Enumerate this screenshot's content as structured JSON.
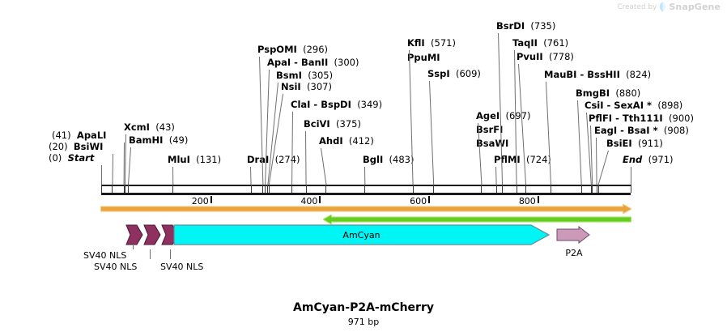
{
  "watermark": {
    "created_by": "Created by",
    "brand": "SnapGene",
    "logo_icon": "snapgene-leaf-icon"
  },
  "title": "AmCyan-P2A-mCherry",
  "subtitle": "971 bp",
  "sequence": {
    "length_bp": 971,
    "start_label": "Start",
    "end_label": "End",
    "start_pos": "(0)",
    "end_pos": "(971)"
  },
  "ruler": {
    "ticks": [
      {
        "label": "200",
        "value": 200
      },
      {
        "label": "400",
        "value": 400
      },
      {
        "label": "600",
        "value": 600
      },
      {
        "label": "800",
        "value": 800
      }
    ]
  },
  "colors": {
    "amcyan_fill": "#00f5f5",
    "amcyan_stroke": "#5a8f96",
    "p2a_fill": "#cc99bb",
    "p2a_stroke": "#6d4d60",
    "nls_fill": "#8e3060",
    "nls_stroke": "#4a1830",
    "orf_orange": "#e8a33d",
    "orf_orange_light": "#f6cd8a",
    "orf_green": "#66cc22",
    "orf_green_light": "#a9e86b",
    "sequence_line": "#1a1a1a",
    "leader_line": "#6f6f6f",
    "text": "#000000",
    "watermark": "#d2d2d2"
  },
  "enzymes": [
    {
      "name": "Start",
      "pos": "(0)",
      "value": 0,
      "pos_side": "left",
      "italic": true
    },
    {
      "name": "BsiWI",
      "pos": "(20)",
      "value": 20,
      "pos_side": "left",
      "italic": false
    },
    {
      "name": "ApaLI",
      "pos": "(41)",
      "value": 41,
      "pos_side": "left",
      "italic": false
    },
    {
      "name": "XcmI",
      "pos": "(43)",
      "value": 43,
      "pos_side": "right",
      "italic": false
    },
    {
      "name": "BamHI",
      "pos": "(49)",
      "value": 49,
      "pos_side": "right",
      "italic": false
    },
    {
      "name": "MluI",
      "pos": "(131)",
      "value": 131,
      "pos_side": "right",
      "italic": false
    },
    {
      "name": "DraI",
      "pos": "(274)",
      "value": 274,
      "pos_side": "right",
      "italic": false
    },
    {
      "name": "PspOMI",
      "pos": "(296)",
      "value": 296,
      "pos_side": "right",
      "italic": false
    },
    {
      "name": "ApaI",
      "pos": "(300)",
      "value": 300,
      "pos_side": "right",
      "italic": false,
      "partner": "BanII"
    },
    {
      "name": "BsmI",
      "pos": "(305)",
      "value": 305,
      "pos_side": "right",
      "italic": false
    },
    {
      "name": "NsiI",
      "pos": "(307)",
      "value": 307,
      "pos_side": "right",
      "italic": false
    },
    {
      "name": "ClaI",
      "pos": "(349)",
      "value": 349,
      "pos_side": "right",
      "italic": false,
      "partner": "BspDI"
    },
    {
      "name": "BciVI",
      "pos": "(375)",
      "value": 375,
      "pos_side": "right",
      "italic": false
    },
    {
      "name": "AhdI",
      "pos": "(412)",
      "value": 412,
      "pos_side": "right",
      "italic": false
    },
    {
      "name": "BglI",
      "pos": "(483)",
      "value": 483,
      "pos_side": "right",
      "italic": false
    },
    {
      "name": "KflI",
      "pos": "(571)",
      "value": 571,
      "pos_side": "right",
      "italic": false
    },
    {
      "name": "PpuMI",
      "pos": "",
      "value": 571,
      "pos_side": "right",
      "italic": false
    },
    {
      "name": "SspI",
      "pos": "(609)",
      "value": 609,
      "pos_side": "right",
      "italic": false
    },
    {
      "name": "AgeI",
      "pos": "(697)",
      "value": 697,
      "pos_side": "right",
      "italic": false
    },
    {
      "name": "BsrFI",
      "pos": "",
      "value": 697,
      "pos_side": "right",
      "italic": false
    },
    {
      "name": "BsaWI",
      "pos": "",
      "value": 697,
      "pos_side": "right",
      "italic": false
    },
    {
      "name": "PflMI",
      "pos": "(724)",
      "value": 724,
      "pos_side": "right",
      "italic": false
    },
    {
      "name": "BsrDI",
      "pos": "(735)",
      "value": 735,
      "pos_side": "right",
      "italic": false
    },
    {
      "name": "TaqII",
      "pos": "(761)",
      "value": 761,
      "pos_side": "right",
      "italic": false
    },
    {
      "name": "PvuII",
      "pos": "(778)",
      "value": 778,
      "pos_side": "right",
      "italic": false
    },
    {
      "name": "MauBI",
      "pos": "(824)",
      "value": 824,
      "pos_side": "right",
      "italic": false,
      "partner": "BssHII"
    },
    {
      "name": "BmgBI",
      "pos": "(880)",
      "value": 880,
      "pos_side": "right",
      "italic": false
    },
    {
      "name": "CsiI",
      "pos": "(898)",
      "value": 898,
      "pos_side": "right",
      "italic": false,
      "partner": "SexAI",
      "star": "*"
    },
    {
      "name": "PflFI",
      "pos": "(900)",
      "value": 900,
      "pos_side": "right",
      "italic": false,
      "partner": "Tth111I"
    },
    {
      "name": "EagI",
      "pos": "(908)",
      "value": 908,
      "pos_side": "right",
      "italic": false,
      "partner": "BsaI",
      "star": "*"
    },
    {
      "name": "BsiEI",
      "pos": "(911)",
      "value": 911,
      "pos_side": "right",
      "italic": false
    },
    {
      "name": "End",
      "pos": "(971)",
      "value": 971,
      "pos_side": "right",
      "italic": true
    }
  ],
  "features": [
    {
      "label": "SV40 NLS",
      "kind": "nls",
      "index": 1
    },
    {
      "label": "SV40 NLS",
      "kind": "nls",
      "index": 2
    },
    {
      "label": "SV40 NLS",
      "kind": "nls",
      "index": 3
    },
    {
      "label": "AmCyan",
      "kind": "cds",
      "index": 4
    },
    {
      "label": "P2A",
      "kind": "cds",
      "index": 5
    }
  ],
  "orf_tracks": [
    {
      "name": "orf-forward-orange",
      "direction": "forward",
      "color": "#e8a33d"
    },
    {
      "name": "orf-reverse-green",
      "direction": "reverse",
      "color": "#66cc22"
    }
  ]
}
